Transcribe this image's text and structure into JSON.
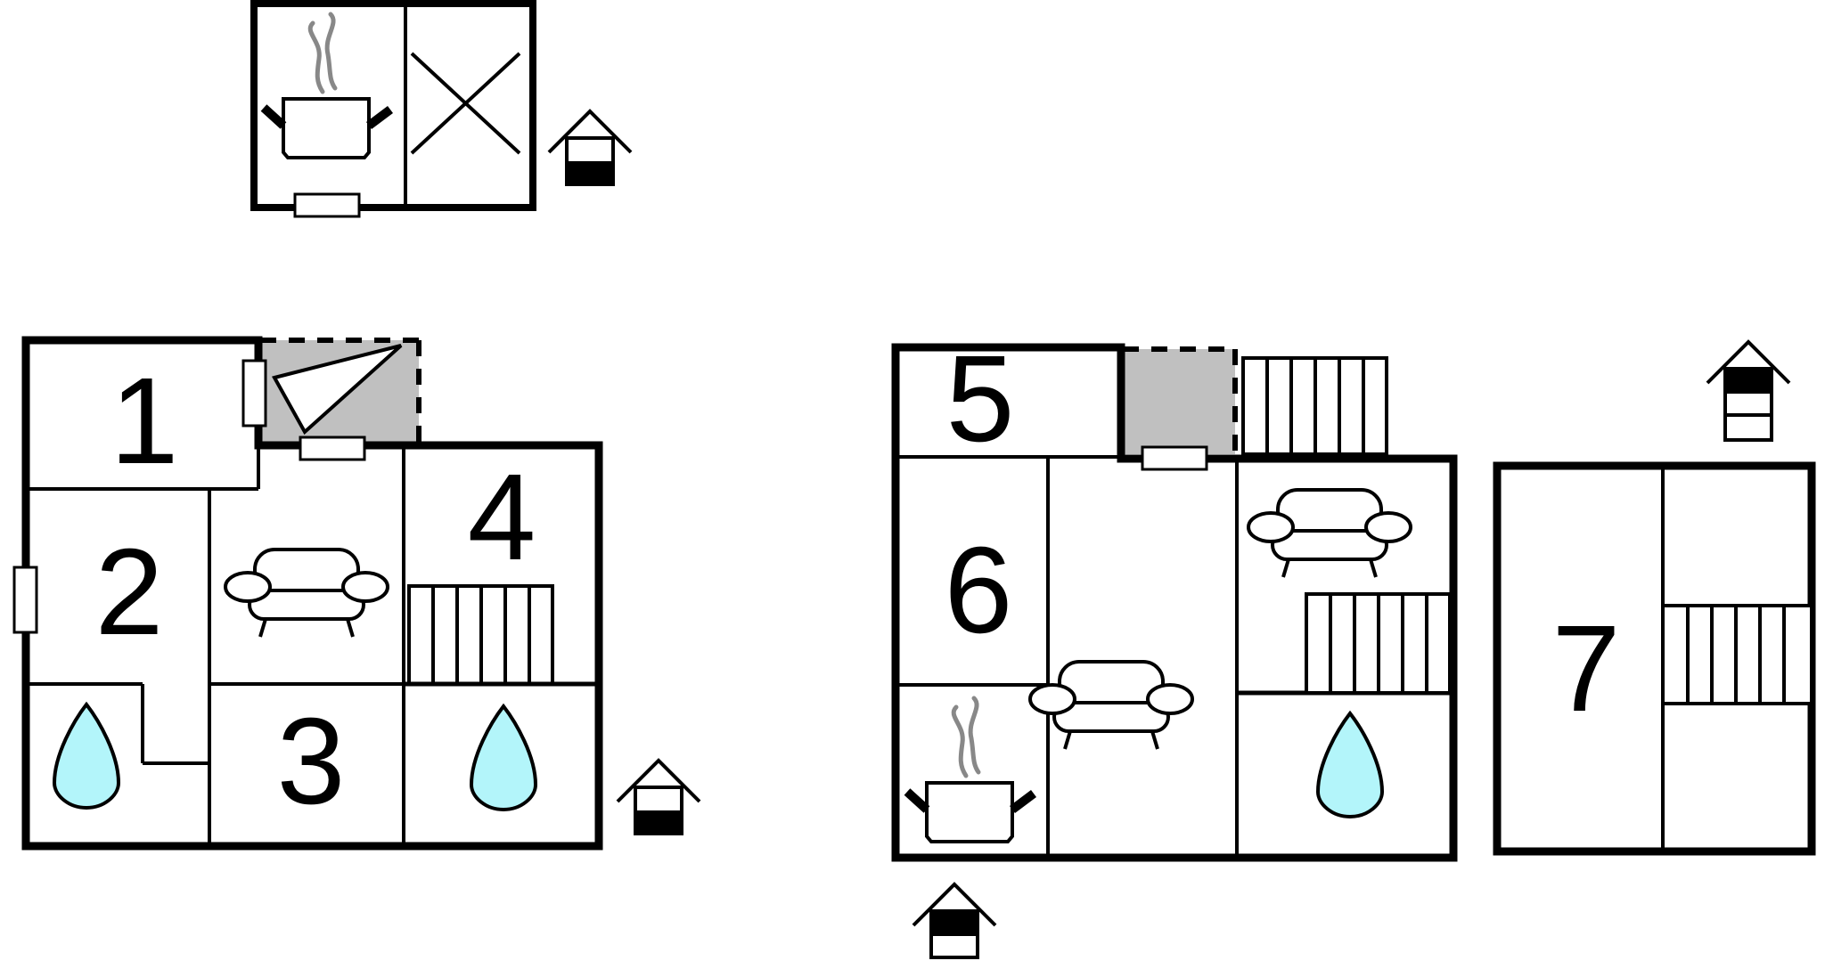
{
  "rooms": {
    "r1": "1",
    "r2": "2",
    "r3": "3",
    "r4": "4",
    "r5": "5",
    "r6": "6",
    "r7": "7"
  },
  "colors": {
    "line": "#000000",
    "water": "#b3f5fa",
    "terrace": "#c0c0c0",
    "steam": "#888888"
  },
  "icons": {
    "kitchen": "pot-icon",
    "bathroom": "water-drop-icon",
    "living": "sofa-icon",
    "stairs": "stairs-icon",
    "floor_level": "floor-level-icon",
    "terrace": "terrace-icon"
  }
}
